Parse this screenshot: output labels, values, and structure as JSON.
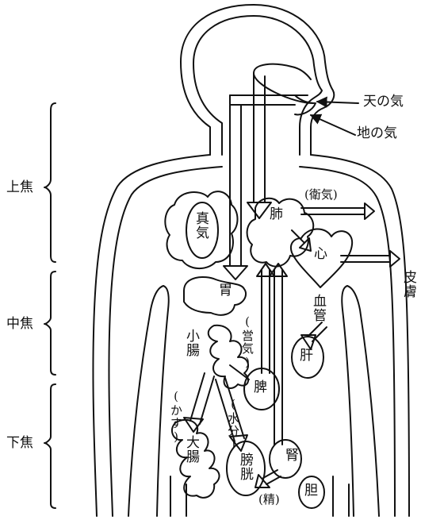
{
  "labels": {
    "ten_no_ki": "天の気",
    "chi_no_ki": "地の気",
    "jouшou": "",
    "jousho": "上焦",
    "chuusho": "中焦",
    "gesho": "下焦",
    "shinki": "真気",
    "hai": "肺",
    "eiki_guard": "(衛気)",
    "shin": "心",
    "hifu": "皮膚",
    "i": "胃",
    "kekkan": "血管",
    "eiki_nourish": "(営気)",
    "shouchou": "小腸",
    "hi": "脾",
    "kan": "肝",
    "kasu": "(かす)",
    "suibun": "(水分)",
    "jin": "腎",
    "daichou": "大腸",
    "boukou": "膀胱",
    "sei": "(精)",
    "tan": "胆"
  },
  "colors": {
    "line": "#111111",
    "background": "#ffffff"
  }
}
